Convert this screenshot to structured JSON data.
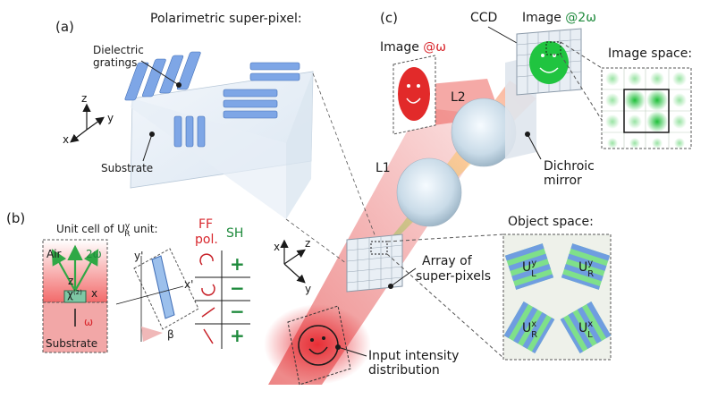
{
  "panels": {
    "a": "(a)",
    "b": "(b)",
    "c": "(c)"
  },
  "panel_a": {
    "title": "Polarimetric super-pixel:",
    "gratings_line1": "Dielectric",
    "gratings_line2": "gratings",
    "substrate": "Substrate",
    "axis_z": "z",
    "axis_y": "y",
    "axis_x": "x"
  },
  "panel_b": {
    "title_prefix": "Unit cell of U",
    "title_sup": "y",
    "title_sub": "R",
    "title_suffix": " unit:",
    "air": "Air",
    "two_omega": "2ω",
    "chi": "χ",
    "chi_sup": "(2)",
    "omega": "ω",
    "substrate": "Substrate",
    "axis_z": "z",
    "axis_x": "x",
    "axis_y_prime": "y'",
    "axis_x_prime": "x'",
    "beta": "β",
    "ff_line1": "FF",
    "ff_line2": "pol.",
    "sh": "SH",
    "table_signs": [
      "+",
      "−",
      "−",
      "+"
    ]
  },
  "panel_c": {
    "image_omega_label": "Image ",
    "image_omega_val": "@ω",
    "ccd": "CCD",
    "image_2omega_label": "Image ",
    "image_2omega_val": "@2ω",
    "image_space": "Image space:",
    "l1": "L1",
    "l2": "L2",
    "dichroic_line1": "Dichroic",
    "dichroic_line2": "mirror",
    "object_space": "Object space:",
    "array_line1": "Array of",
    "array_line2": "super-pixels",
    "input_line1": "Input intensity",
    "input_line2": "distribution",
    "axis_x": "x",
    "axis_z": "z",
    "axis_y": "y",
    "object_cells": [
      {
        "base": "U",
        "sup": "y",
        "sub": "L"
      },
      {
        "base": "U",
        "sup": "y",
        "sub": "R"
      },
      {
        "base": "U",
        "sup": "x",
        "sub": "R"
      },
      {
        "base": "U",
        "sup": "x",
        "sub": "L"
      }
    ]
  },
  "colors": {
    "red": "#d8262c",
    "green": "#1e8a3c",
    "blue_grating": "#6f9de0"
  }
}
